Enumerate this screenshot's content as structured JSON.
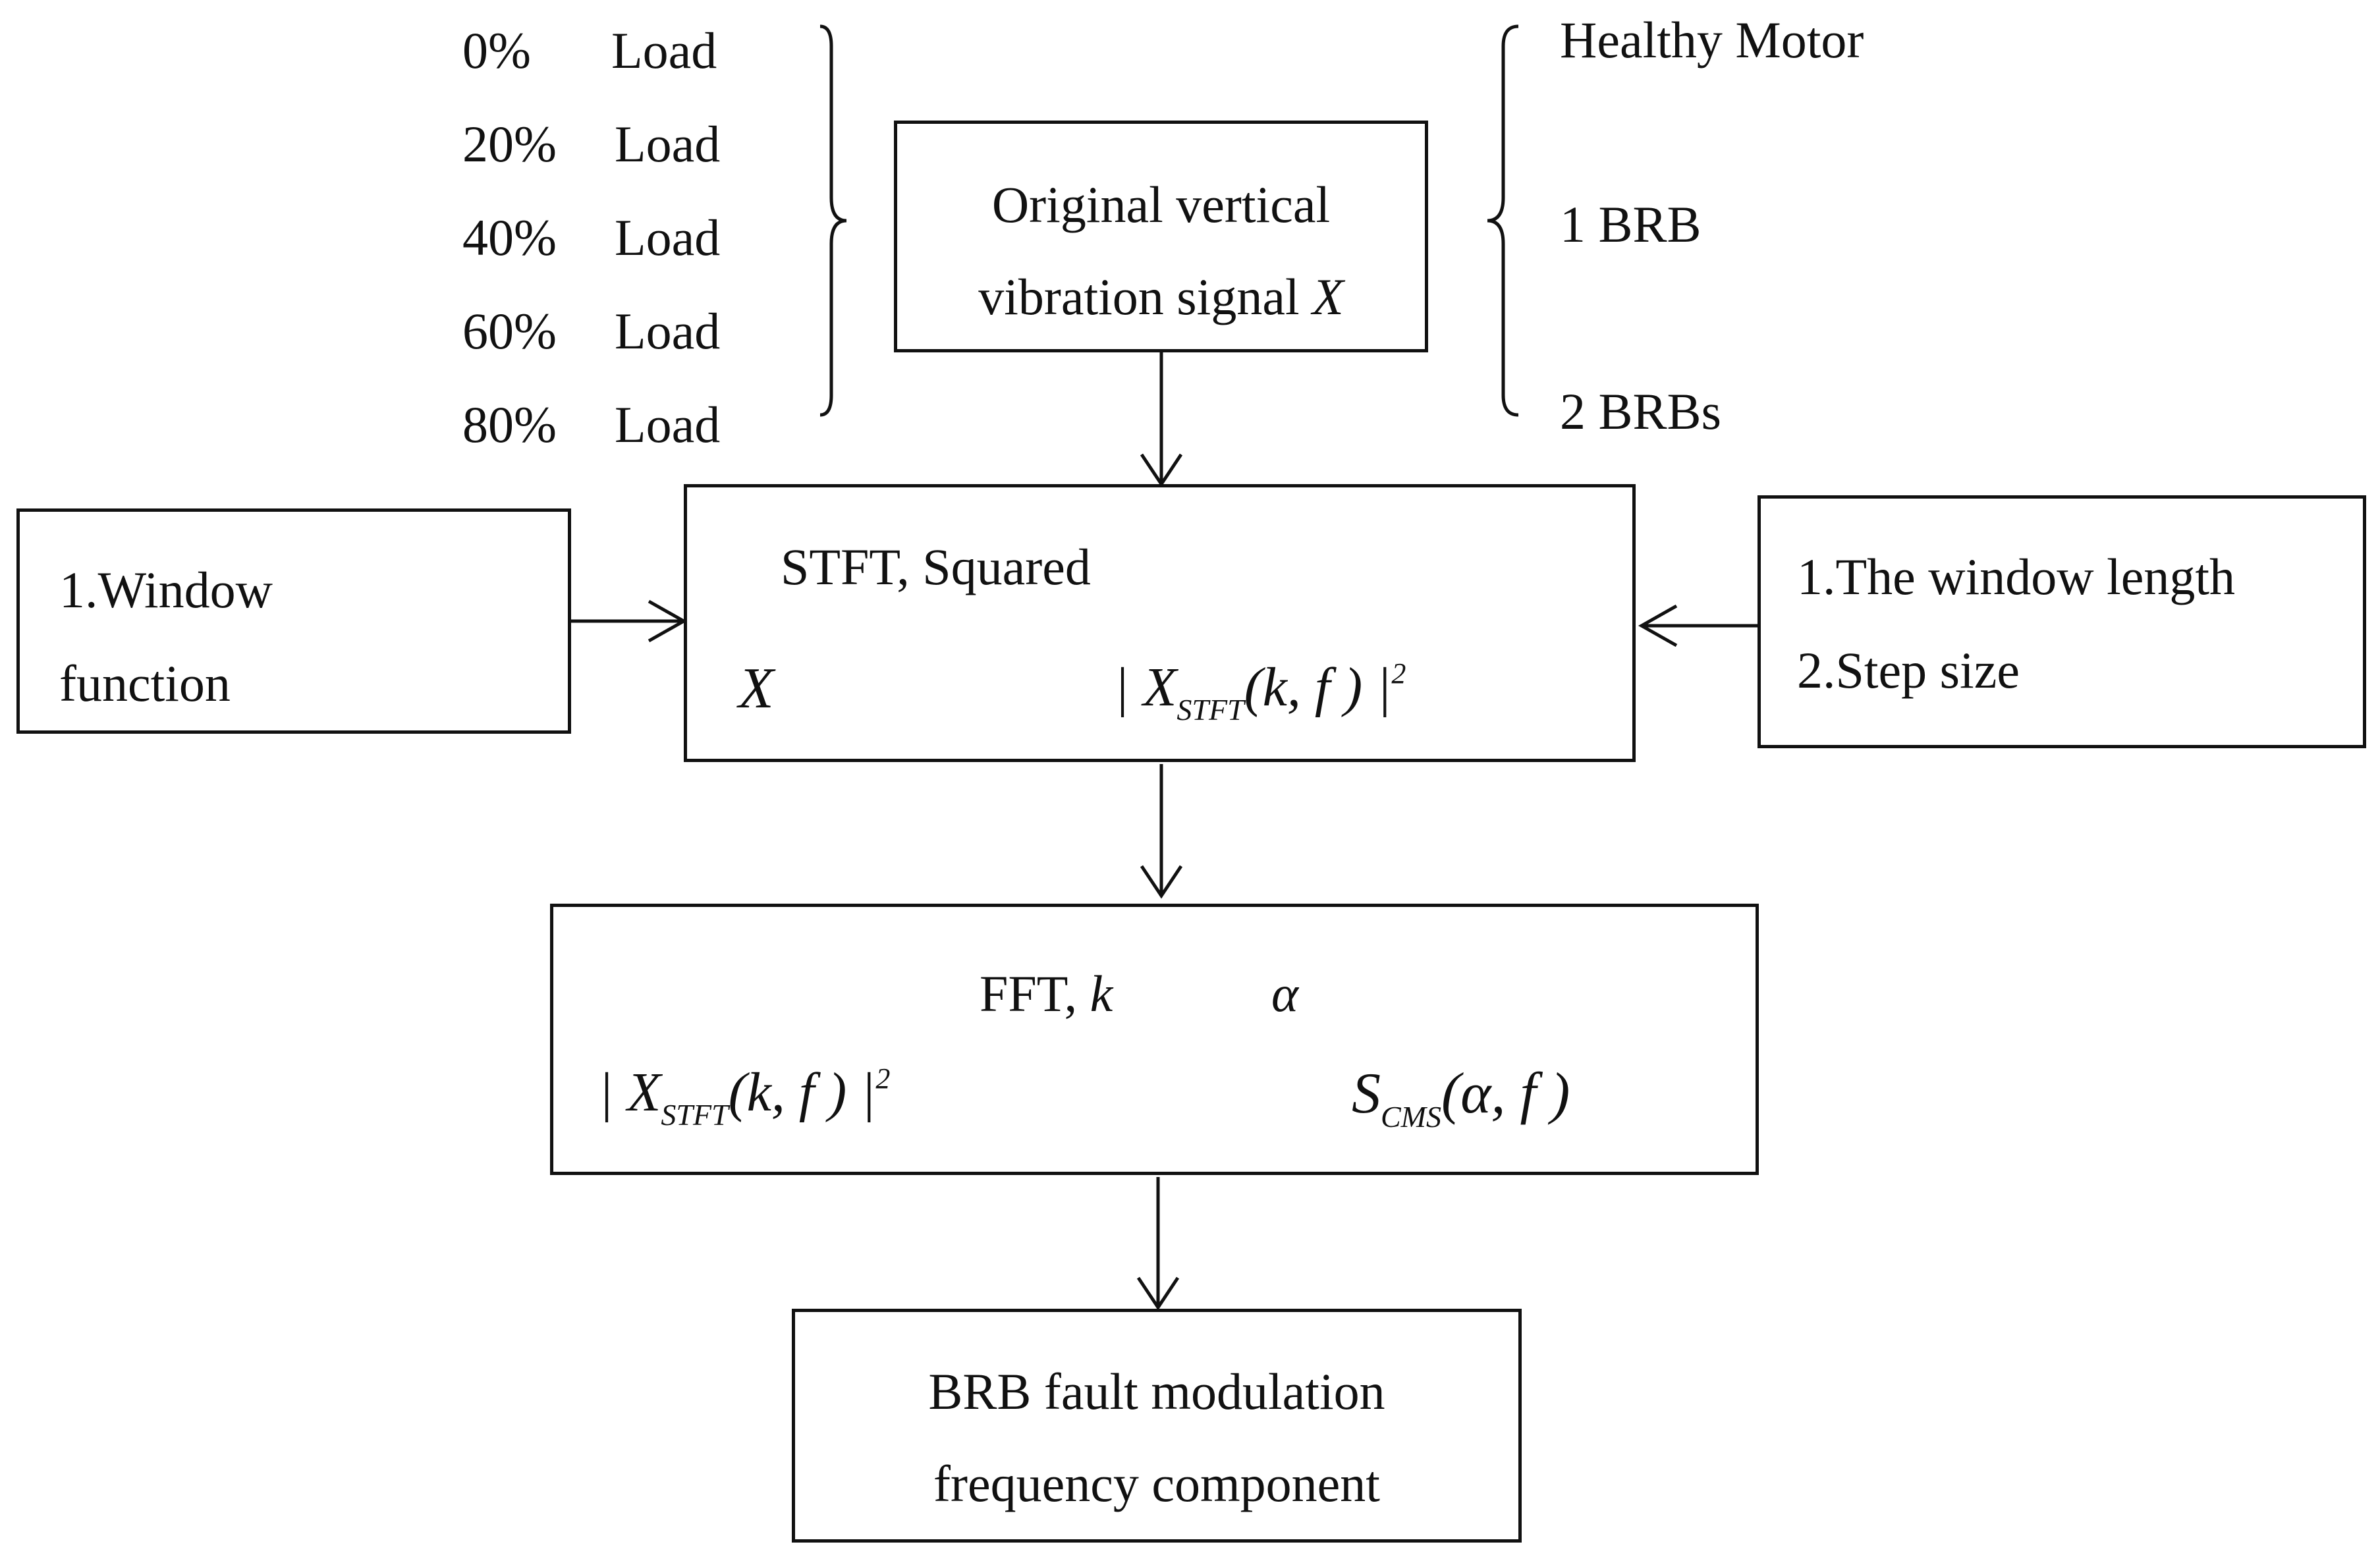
{
  "loads": [
    {
      "percent": "0%",
      "label": "Load"
    },
    {
      "percent": "20%",
      "label": "Load"
    },
    {
      "percent": "40%",
      "label": "Load"
    },
    {
      "percent": "60%",
      "label": "Load"
    },
    {
      "percent": "80%",
      "label": "Load"
    }
  ],
  "conditions": [
    "Healthy Motor",
    "1 BRB",
    "2 BRBs"
  ],
  "signal_box": {
    "line1": "Original vertical",
    "line2_text": "vibration signal ",
    "line2_var": "X"
  },
  "window_box": {
    "line1": "1.Window",
    "line2": "function"
  },
  "params_box": {
    "line1": "1.The window length",
    "line2": "2.Step size"
  },
  "stft_box": {
    "title": "STFT, Squared",
    "input_var": "X",
    "output_open": "| X",
    "output_sub": "STFT",
    "output_args": "(k, f ) |",
    "output_sup": "2"
  },
  "fft_box": {
    "title": "FFT, ",
    "from_var": "k",
    "to_var": "α",
    "input_open": "| X",
    "input_sub": "STFT",
    "input_args": "(k, f ) |",
    "input_sup": "2",
    "output_s": "S",
    "output_sub": "CMS",
    "output_args": "(α, f )"
  },
  "result_box": {
    "line1": "BRB fault modulation",
    "line2": "frequency component"
  }
}
